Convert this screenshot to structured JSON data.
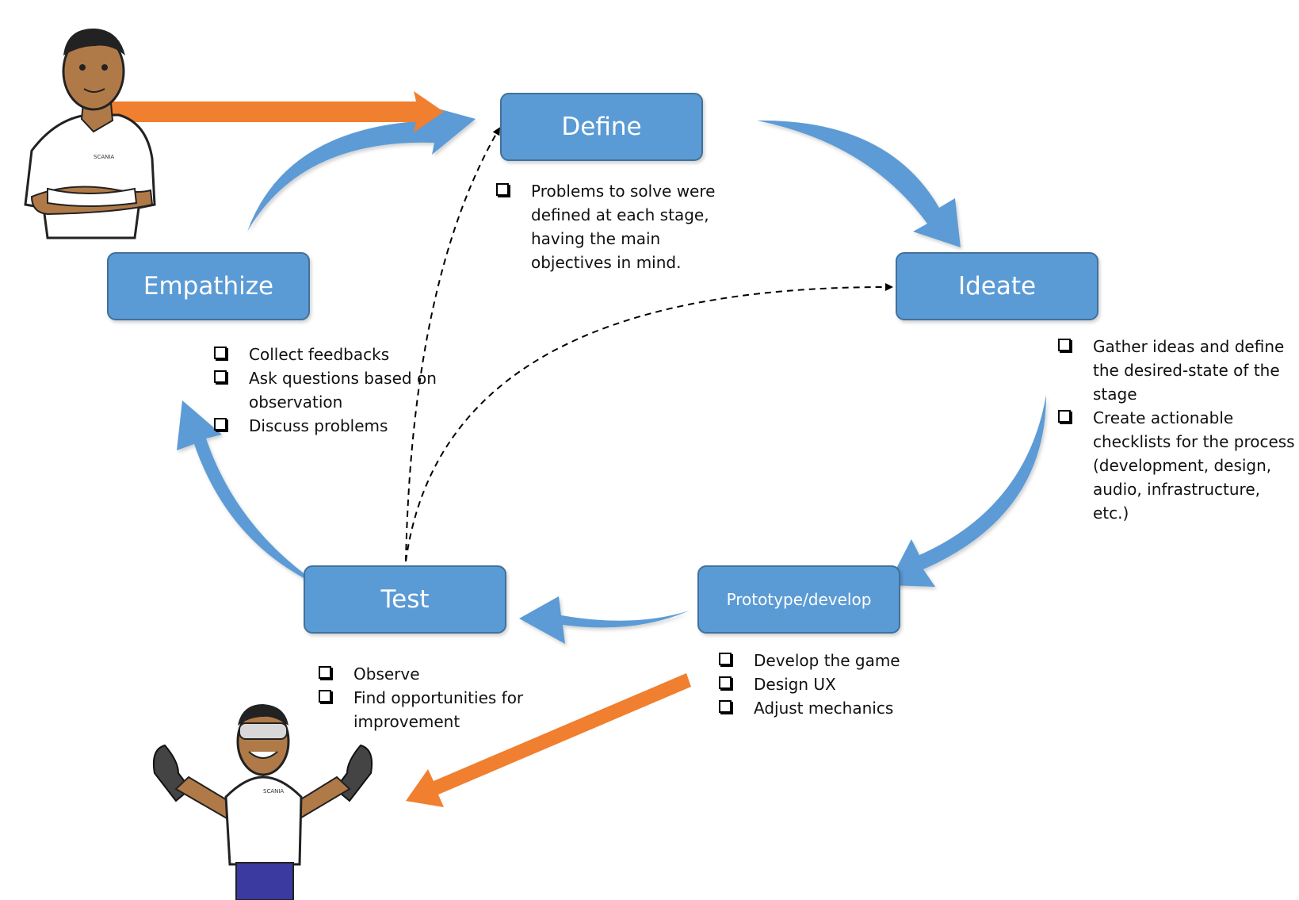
{
  "stages": {
    "define": {
      "label": "Define",
      "notes": [
        "Problems to solve were defined at each stage, having the main objectives in mind."
      ]
    },
    "ideate": {
      "label": "Ideate",
      "notes": [
        "Gather ideas and define the desired-state of the stage",
        "Create actionable checklists for the process (development, design, audio, infrastructure, etc.)"
      ]
    },
    "prototype": {
      "label": "Prototype/develop",
      "notes": [
        "Develop the game",
        "Design UX",
        "Adjust mechanics"
      ]
    },
    "test": {
      "label": "Test",
      "notes": [
        "Observe",
        "Find opportunities for improvement"
      ]
    },
    "empathize": {
      "label": "Empathize",
      "notes": [
        "Collect feedbacks",
        "Ask questions based on observation",
        "Discuss problems"
      ]
    }
  },
  "colors": {
    "stage_fill": "#5b9bd5",
    "stage_border": "#41719c",
    "cycle_arrow": "#5b9bd5",
    "entry_exit_arrow": "#f07f2f",
    "dashed_arrow": "#000000"
  },
  "figures": {
    "top_left": "person-arms-crossed-icon",
    "bottom_left": "person-with-goggles-gloves-icon"
  }
}
